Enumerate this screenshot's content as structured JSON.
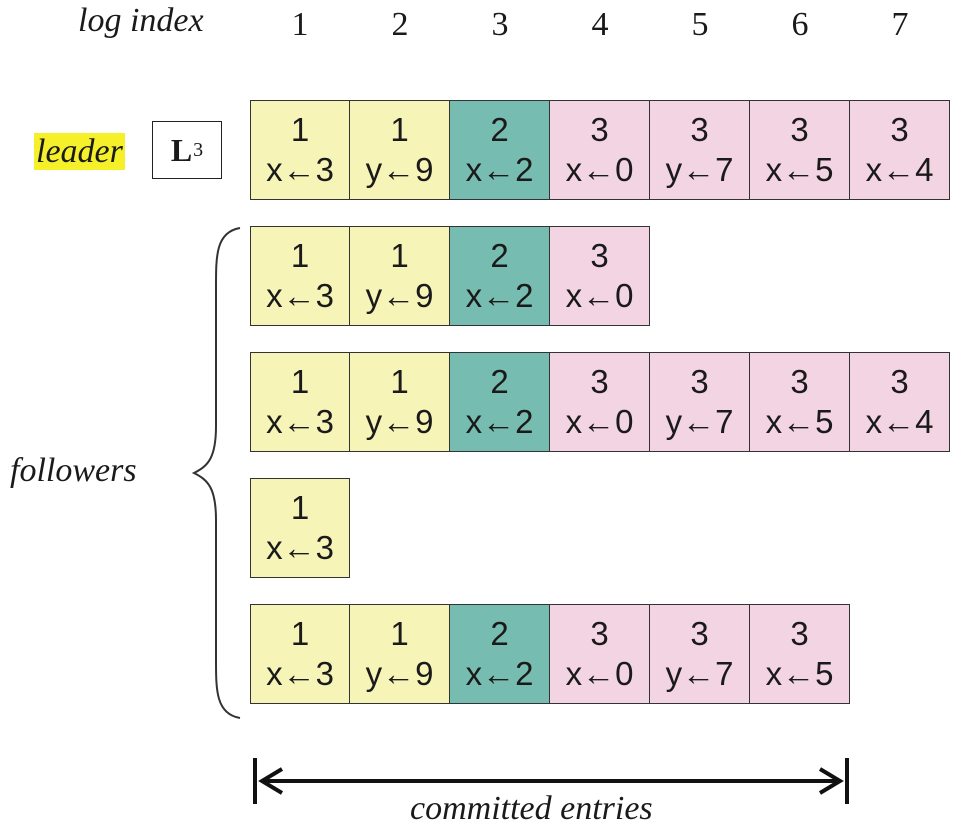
{
  "header": {
    "label": "log index",
    "indices": [
      "1",
      "2",
      "3",
      "4",
      "5",
      "6",
      "7"
    ]
  },
  "colors": {
    "term1": "#f7f4b8",
    "term2": "#76bcb0",
    "term3": "#f3d4e2",
    "highlight": "#f5f02a"
  },
  "leader": {
    "label": "leader",
    "box_letter": "L",
    "box_subscript": "3",
    "entries": [
      {
        "term": "1",
        "cmd": "x←3"
      },
      {
        "term": "1",
        "cmd": "y←9"
      },
      {
        "term": "2",
        "cmd": "x←2"
      },
      {
        "term": "3",
        "cmd": "x←0"
      },
      {
        "term": "3",
        "cmd": "y←7"
      },
      {
        "term": "3",
        "cmd": "x←5"
      },
      {
        "term": "3",
        "cmd": "x←4"
      }
    ]
  },
  "followers": {
    "label": "followers",
    "logs": [
      [
        {
          "term": "1",
          "cmd": "x←3"
        },
        {
          "term": "1",
          "cmd": "y←9"
        },
        {
          "term": "2",
          "cmd": "x←2"
        },
        {
          "term": "3",
          "cmd": "x←0"
        }
      ],
      [
        {
          "term": "1",
          "cmd": "x←3"
        },
        {
          "term": "1",
          "cmd": "y←9"
        },
        {
          "term": "2",
          "cmd": "x←2"
        },
        {
          "term": "3",
          "cmd": "x←0"
        },
        {
          "term": "3",
          "cmd": "y←7"
        },
        {
          "term": "3",
          "cmd": "x←5"
        },
        {
          "term": "3",
          "cmd": "x←4"
        }
      ],
      [
        {
          "term": "1",
          "cmd": "x←3"
        }
      ],
      [
        {
          "term": "1",
          "cmd": "x←3"
        },
        {
          "term": "1",
          "cmd": "y←9"
        },
        {
          "term": "2",
          "cmd": "x←2"
        },
        {
          "term": "3",
          "cmd": "x←0"
        },
        {
          "term": "3",
          "cmd": "y←7"
        },
        {
          "term": "3",
          "cmd": "x←5"
        }
      ]
    ]
  },
  "committed": {
    "label": "committed entries",
    "entry_count": 6
  }
}
